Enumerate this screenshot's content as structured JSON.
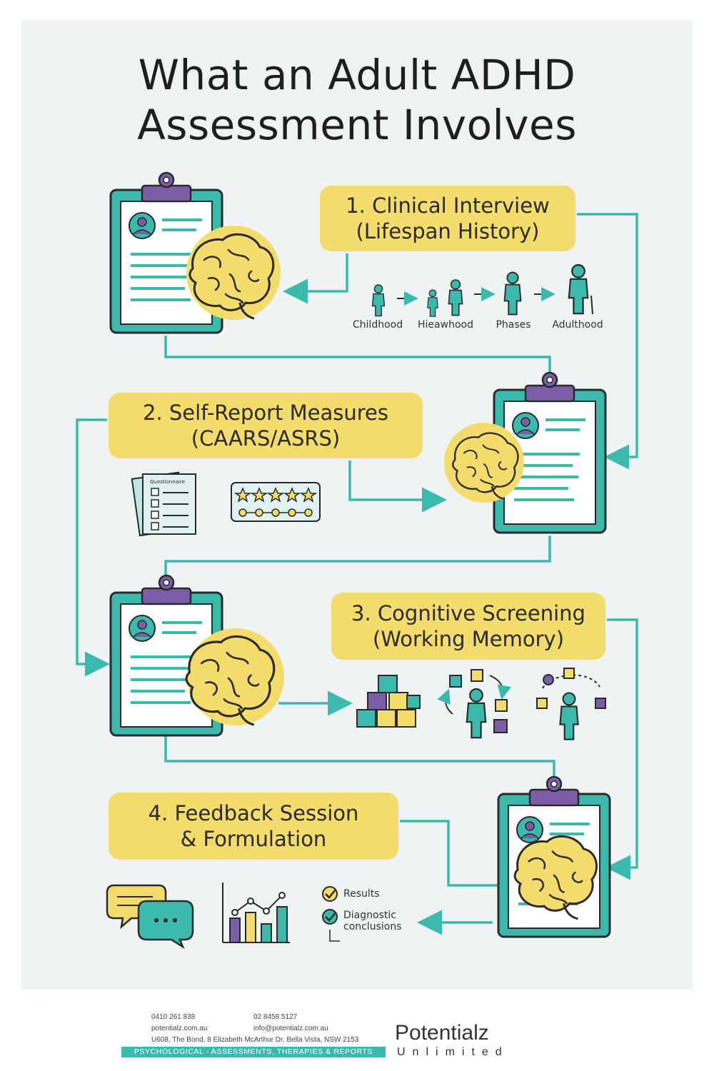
{
  "title": {
    "line1": "What an Adult ADHD",
    "line2": "Assessment Involves"
  },
  "steps": [
    {
      "line1": "1. Clinical Interview",
      "line2": "(Lifespan History)"
    },
    {
      "line1": "2. Self-Report Measures",
      "line2": "(CAARS/ASRS)"
    },
    {
      "line1": "3. Cognitive Screening",
      "line2": "(Working Memory)"
    },
    {
      "line1": "4. Feedback Session",
      "line2": "& Formulation"
    }
  ],
  "lifespan_labels": [
    "Childhood",
    "Hieawhood",
    "Phases",
    "Adulthood"
  ],
  "questionnaire_label": "Questionnaire",
  "feedback_items": [
    "Results",
    "Diagnostic",
    "conclusions"
  ],
  "footer": {
    "phone": "0410  261 838",
    "fax": "02 8458 5127",
    "web": "potentialz.com.au",
    "email": "info@potentialz.com.au",
    "address": "U608, The Bond, 8 Elizabeth McArthur Dr. Bella Vista, NSW 2153",
    "tagline": "PSYCHOLOGICAL - ASSESSMENTS, THERAPIES & REPORTS",
    "brand_name": "Potentialz",
    "brand_sub": "Unlimited"
  },
  "colors": {
    "teal": "#3cb9ad",
    "yellow": "#f3dc6b",
    "purple": "#7b5ea7",
    "dark": "#2a2a2a"
  }
}
